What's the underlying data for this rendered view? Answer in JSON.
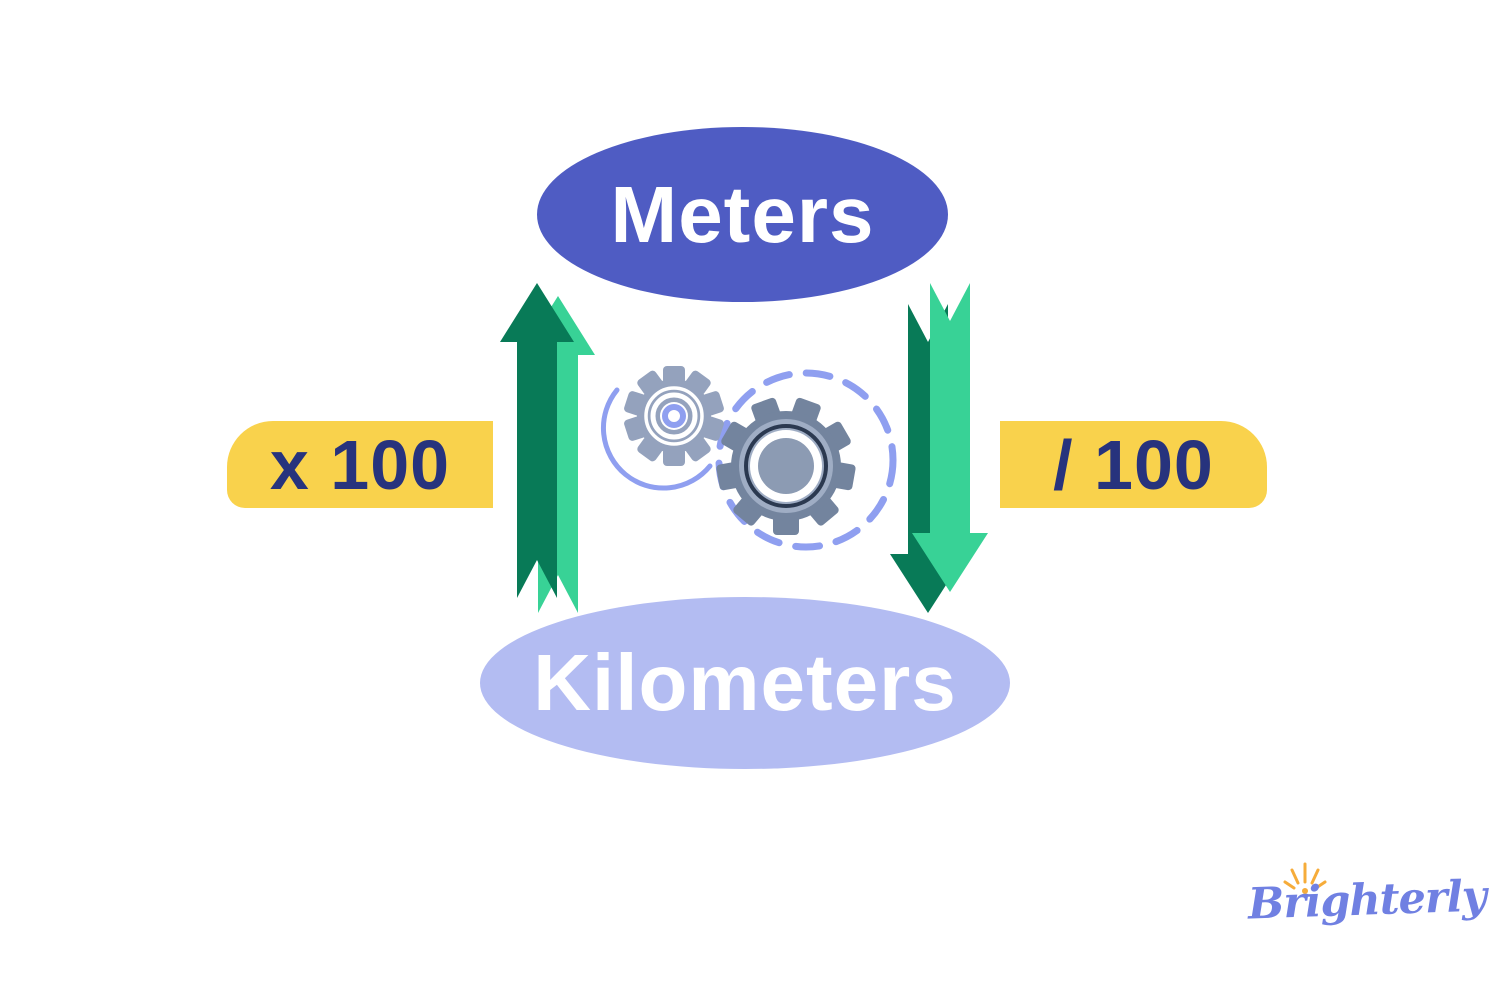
{
  "diagram": {
    "top_unit": "Meters",
    "bottom_unit": "Kilometers",
    "multiply_label": "x 100",
    "divide_label": "/ 100",
    "meaning": "Kilometers to meters multiply by 100, meters to kilometers divide by 100"
  },
  "branding": {
    "logo_text": "Brighterly"
  },
  "icons": {
    "up_arrow": "double-up-arrow-icon",
    "down_arrow": "double-down-arrow-icon",
    "gears": "gears-icon",
    "sun": "sun-icon"
  },
  "colors": {
    "background": "#ffffff",
    "top_ellipse": "#4f5cc3",
    "bottom_ellipse": "#b3bcf2",
    "badge_yellow": "#f9d24c",
    "badge_text_navy": "#27337d",
    "arrow_dark_green": "#087a57",
    "arrow_light_green": "#38d296",
    "gear_gray_blue": "#94a2bd",
    "gear_dark_slate": "#73849e",
    "gear_ring_navy": "#2b3950",
    "accent_periwinkle": "#8f9ff0",
    "logo_purple": "#7080e2",
    "sun_orange": "#f6ac3a"
  }
}
